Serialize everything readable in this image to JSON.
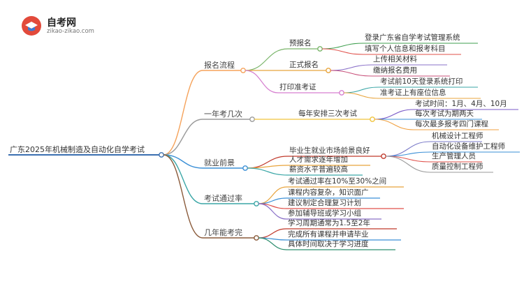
{
  "logo": {
    "name": "自考网",
    "url": "zikao-zikao.com"
  },
  "root": "广东2025年机械制造及自动化自学考试",
  "branches": [
    {
      "label": "报名流程",
      "color": "#f5a25a",
      "children": [
        {
          "label": "预报名",
          "color": "#7ab56a",
          "leaves": [
            {
              "text": "登录广东省自学考试管理系统",
              "color": "#3f9f4f"
            },
            {
              "text": "填写个人信息和报考科目",
              "color": "#e0504a"
            }
          ]
        },
        {
          "label": "正式报名",
          "color": "#e8a43c",
          "leaves": [
            {
              "text": "上传相关材料",
              "color": "#8a70c8"
            },
            {
              "text": "缴纳报名费用",
              "color": "#c8507a"
            }
          ]
        },
        {
          "label": "打印准考证",
          "color": "#d67fd0",
          "leaves": [
            {
              "text": "考试前10天登录系统打印",
              "color": "#3aa6a6"
            },
            {
              "text": "准考证上有座位信息",
              "color": "#e8a43c"
            }
          ]
        }
      ]
    },
    {
      "label": "一年考几次",
      "color": "#9a9a9a",
      "children": [
        {
          "label": "每年安排三次考试",
          "color": "#f0c43c",
          "leaves": [
            {
              "text": "考试时间：1月、4月、10月",
              "color": "#7a5ac8"
            },
            {
              "text": "每次考试为期两天",
              "color": "#3a8fd6"
            },
            {
              "text": "每次最多报考四门课程",
              "color": "#f0a040"
            }
          ]
        }
      ]
    },
    {
      "label": "就业前景",
      "color": "#3a8fd6",
      "children": [
        {
          "label": "毕业生就业市场前景良好",
          "color": "#c0392b",
          "leaves": [
            {
              "text": "机械设计工程师",
              "color": "#7a7ac8"
            },
            {
              "text": "自动化设备维护工程师",
              "color": "#3a8fd6"
            },
            {
              "text": "生产管理人员",
              "color": "#e0504a"
            },
            {
              "text": "质量控制工程师",
              "color": "#9a9a9a"
            }
          ]
        },
        {
          "label": "人才需求逐年增加",
          "color": "#e8a43c",
          "leaves": []
        },
        {
          "label": "薪资水平普遍较高",
          "color": "#3aa6a6",
          "leaves": []
        }
      ]
    },
    {
      "label": "考试通过率",
      "color": "#3aa6a6",
      "children": [
        {
          "label": "考试通过率在10%至30%之间",
          "color": "#e8a43c",
          "leaves": []
        },
        {
          "label": "课程内容复杂，知识面广",
          "color": "#3a8fd6",
          "leaves": []
        },
        {
          "label": "建议制定合理复习计划",
          "color": "#e0504a",
          "leaves": []
        },
        {
          "label": "参加辅导班或学习小组",
          "color": "#8a70c8",
          "leaves": []
        }
      ]
    },
    {
      "label": "几年能考完",
      "color": "#8a5a3a",
      "children": [
        {
          "label": "学习周期通常为1.5至2年",
          "color": "#c0392b",
          "leaves": []
        },
        {
          "label": "完成所有课程并申请毕业",
          "color": "#3a8fd6",
          "leaves": []
        },
        {
          "label": "具体时间取决于学习进度",
          "color": "#2f8f6f",
          "leaves": []
        }
      ]
    }
  ]
}
